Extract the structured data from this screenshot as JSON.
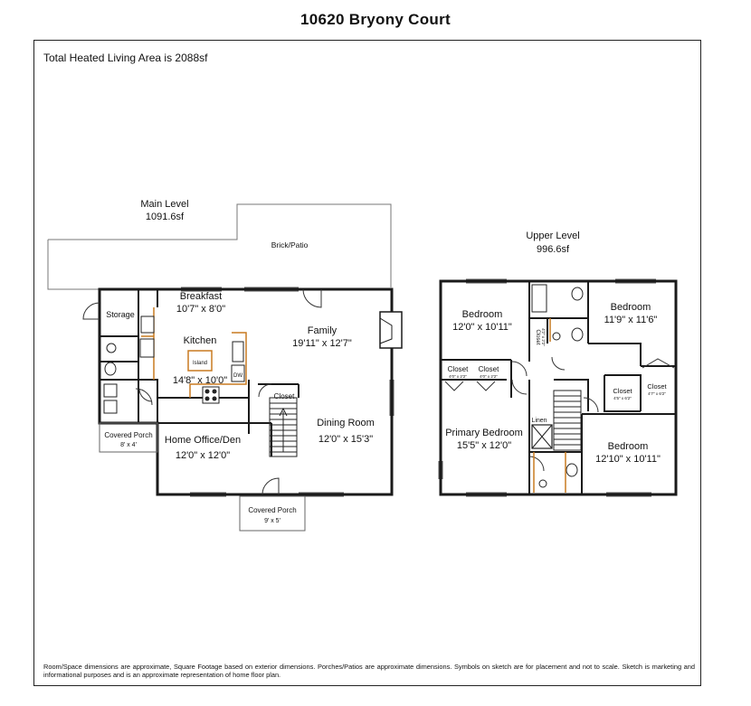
{
  "title": "10620 Bryony Court",
  "total_area": "Total Heated Living Area is 2088sf",
  "disclaimer": "Room/Space dimensions are approximate, Square Footage based on exterior dimensions. Porches/Patios are approximate dimensions. Symbols on sketch are for placement and not to scale. Sketch is marketing and informational purposes and is an approximate representation of home floor plan.",
  "main_level": {
    "name": "Main Level",
    "area": "1091.6sf",
    "patio": "Brick/Patio",
    "storage": "Storage",
    "breakfast": {
      "name": "Breakfast",
      "dims": "10'7\" x 8'0\""
    },
    "kitchen": {
      "name": "Kitchen",
      "dims": "14'8\" x 10'0\""
    },
    "island": "Island",
    "dw": "DW",
    "family": {
      "name": "Family",
      "dims": "19'11\" x 12'7\""
    },
    "closet": "Closet",
    "dining": {
      "name": "Dining Room",
      "dims": "12'0\" x 15'3\""
    },
    "office": {
      "name": "Home Office/Den",
      "dims": "12'0\" x 12'0\""
    },
    "side_porch": {
      "name": "Covered Porch",
      "dims": "8' x 4'"
    },
    "front_porch": {
      "name": "Covered Porch",
      "dims": "9' x 5'"
    }
  },
  "upper_level": {
    "name": "Upper Level",
    "area": "996.6sf",
    "bedroom_nw": {
      "name": "Bedroom",
      "dims": "12'0\" x 10'11\""
    },
    "bedroom_ne": {
      "name": "Bedroom",
      "dims": "11'9\" x 11'6\""
    },
    "primary": {
      "name": "Primary Bedroom",
      "dims": "15'5\" x 12'0\""
    },
    "bedroom_se": {
      "name": "Bedroom",
      "dims": "12'10\" x 10'11\""
    },
    "closet_a": {
      "name": "Closet",
      "dims": "4'0\" x 2'2\""
    },
    "closet_b": {
      "name": "Closet",
      "dims": "4'0\" x 2'2\""
    },
    "closet_c": {
      "name": "Closet",
      "dims": "4'5\" x 6'2\""
    },
    "closet_d": {
      "name": "Closet",
      "dims": "4'7\" x 6'2\""
    },
    "closet_v": {
      "name": "Closet",
      "dims": "4'2\" x 2'2\""
    },
    "linen": "Linen"
  }
}
